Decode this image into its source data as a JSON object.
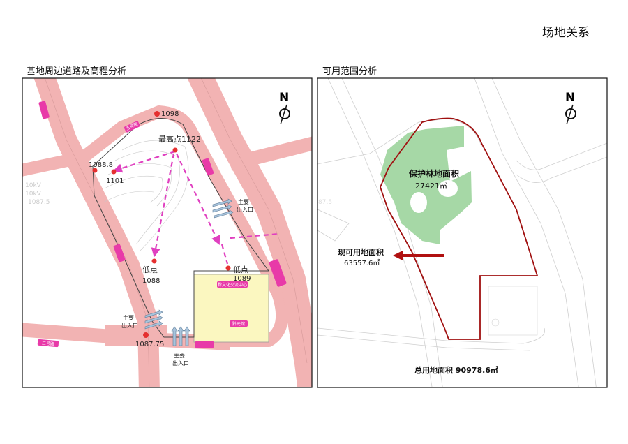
{
  "page_title": "场地关系",
  "left_panel": {
    "caption": "基地周边道路及高程分析",
    "north": "N",
    "elevations": {
      "p1098": "1098",
      "peak": "最高点1122",
      "p1088_8": "1088.8",
      "p1101": "1101",
      "low_a_label": "低点",
      "low_a_value": "1088",
      "low_b_label": "低点",
      "low_b_value": "1089",
      "p1087_75": "1087.75"
    },
    "entrances": [
      "主要",
      "出入口"
    ],
    "road_labels": [
      "五号路",
      "三号路",
      "黔文化交流中心",
      "黔元馆"
    ],
    "faint_labels": [
      "10kV",
      "10kV",
      "1087.5"
    ],
    "colors": {
      "road": "#f2b3b3",
      "arrow": "#e040c0",
      "site": "#fbf7c0",
      "point": "#e53030",
      "label_bg": "#e83aa8"
    }
  },
  "right_panel": {
    "caption": "可用范围分析",
    "north": "N",
    "forest_label": "保护林地面积",
    "forest_area": "27421㎡",
    "usable_label": "现可用地面积",
    "usable_area": "63557.6㎡",
    "total_label": "总用地面积 90978.6㎡",
    "faint_labels": [
      "87.5"
    ],
    "colors": {
      "forest": "#a6d8a6",
      "boundary": "#a01010"
    }
  }
}
